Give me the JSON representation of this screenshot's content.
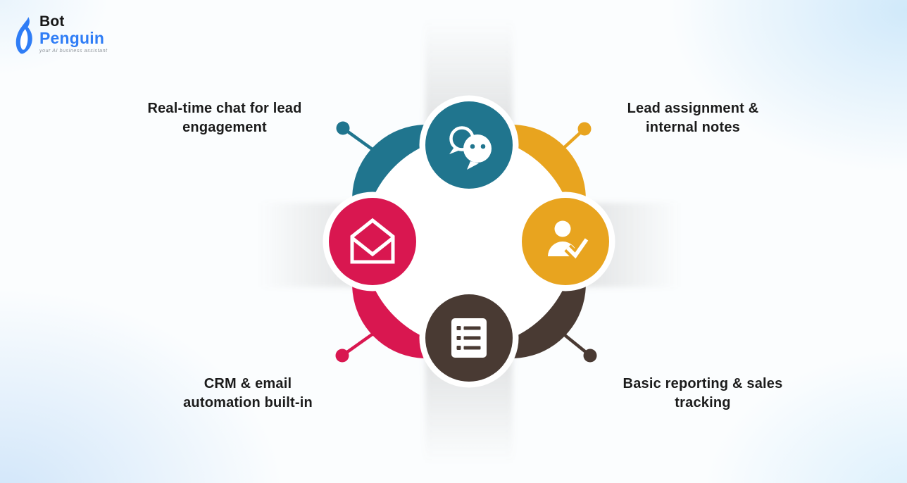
{
  "logo": {
    "bot": "Bot",
    "penguin": "Penguin",
    "tagline": "your AI business assistant"
  },
  "labels": {
    "top_left": {
      "line1": "Real-time chat for lead",
      "line2": "engagement"
    },
    "top_right": {
      "line1": "Lead assignment &",
      "line2": "internal notes"
    },
    "bottom_left": {
      "line1": "CRM & email",
      "line2": "automation built-in"
    },
    "bottom_right": {
      "line1": "Basic reporting & sales",
      "line2": "tracking"
    }
  },
  "nodes": [
    {
      "position": "top",
      "icon": "chat-bubbles-icon",
      "color_key": "teal",
      "label": "Real-time chat for lead engagement"
    },
    {
      "position": "right",
      "icon": "person-check-icon",
      "color_key": "gold",
      "label": "Lead assignment & internal notes"
    },
    {
      "position": "bottom",
      "icon": "list-icon",
      "color_key": "brown",
      "label": "Basic reporting & sales tracking"
    },
    {
      "position": "left",
      "icon": "open-envelope-icon",
      "color_key": "pink",
      "label": "CRM & email automation built-in"
    }
  ],
  "colors": {
    "teal": "#20758E",
    "gold": "#E8A41F",
    "pink": "#D91750",
    "brown": "#493A33",
    "logo_blue": "#2F7DF6",
    "text": "#1B1B1B",
    "band_gray": "#8A8A8A",
    "ring_center": "#FFFFFF"
  }
}
